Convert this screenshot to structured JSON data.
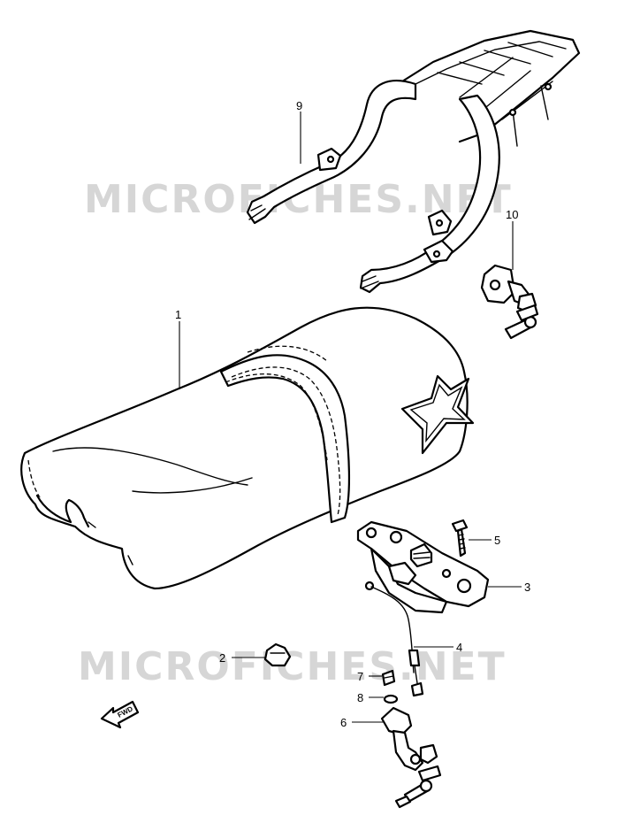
{
  "watermark_text": "MICROFICHES.NET",
  "fwd_label": "FWD",
  "callouts": [
    {
      "id": "1",
      "label": "1"
    },
    {
      "id": "2",
      "label": "2"
    },
    {
      "id": "3",
      "label": "3"
    },
    {
      "id": "4",
      "label": "4"
    },
    {
      "id": "5",
      "label": "5"
    },
    {
      "id": "6",
      "label": "6"
    },
    {
      "id": "7",
      "label": "7"
    },
    {
      "id": "8",
      "label": "8"
    },
    {
      "id": "9",
      "label": "9"
    },
    {
      "id": "10",
      "label": "10"
    }
  ]
}
